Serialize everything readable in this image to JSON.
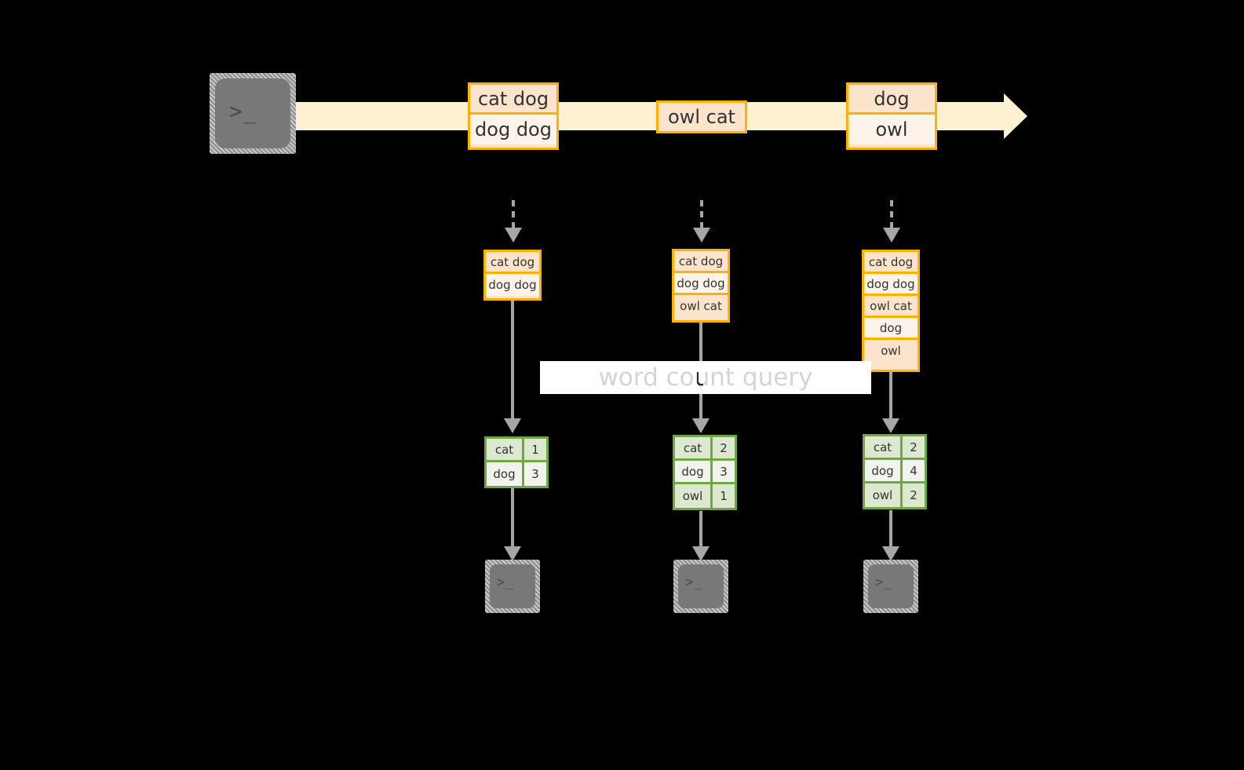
{
  "diagram": {
    "title_banner": "word count query",
    "colors": {
      "background": "#000000",
      "stream_arrow": "#FDF1D2",
      "record_border": "#FFB000",
      "record_fill_dark": "#FBE3CC",
      "record_fill_light": "#FDF3E8",
      "table_border": "#6FA840",
      "table_fill_dark": "#DCE8D0",
      "table_fill_light": "#F0F4EC",
      "connector": "#A6A6A6",
      "terminal_body": "#787878",
      "banner_bg": "#FFFFFF"
    },
    "producer": {
      "icon": "terminal-icon",
      "prompt": ">_"
    },
    "stream": {
      "groups": [
        {
          "name": "group-1",
          "rows": [
            "cat dog",
            "dog dog"
          ]
        },
        {
          "name": "group-2",
          "rows": [
            "owl cat"
          ]
        },
        {
          "name": "group-3",
          "rows": [
            "dog",
            "owl"
          ]
        }
      ]
    },
    "snapshots": [
      {
        "name": "snapshot-1",
        "input_rows": [
          "cat dog",
          "dog dog"
        ],
        "result": {
          "rows": [
            {
              "word": "cat",
              "count": "1"
            },
            {
              "word": "dog",
              "count": "3"
            }
          ]
        },
        "consumer": {
          "icon": "terminal-icon",
          "prompt": ">_"
        }
      },
      {
        "name": "snapshot-2",
        "input_rows": [
          "cat dog",
          "dog dog",
          "owl cat"
        ],
        "result": {
          "rows": [
            {
              "word": "cat",
              "count": "2"
            },
            {
              "word": "dog",
              "count": "3"
            },
            {
              "word": "owl",
              "count": "1"
            }
          ]
        },
        "consumer": {
          "icon": "terminal-icon",
          "prompt": ">_"
        }
      },
      {
        "name": "snapshot-3",
        "input_rows": [
          "cat dog",
          "dog dog",
          "owl cat",
          "dog",
          "owl"
        ],
        "result": {
          "rows": [
            {
              "word": "cat",
              "count": "2"
            },
            {
              "word": "dog",
              "count": "4"
            },
            {
              "word": "owl",
              "count": "2"
            }
          ]
        },
        "consumer": {
          "icon": "terminal-icon",
          "prompt": ">_"
        }
      }
    ]
  }
}
